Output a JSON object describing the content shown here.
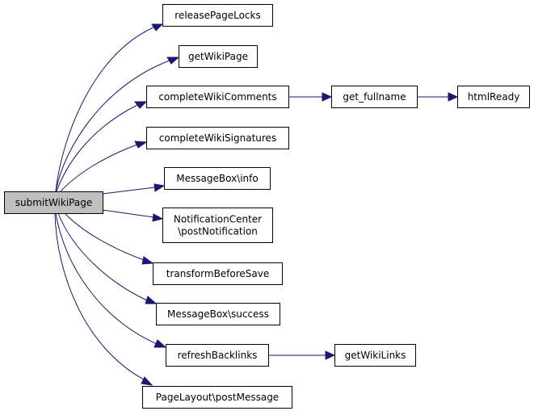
{
  "nodes": [
    {
      "id": "submitWikiPage",
      "lines": [
        "submitWikiPage"
      ],
      "root": true
    },
    {
      "id": "releasePageLocks",
      "lines": [
        "releasePageLocks"
      ]
    },
    {
      "id": "getWikiPage",
      "lines": [
        "getWikiPage"
      ]
    },
    {
      "id": "completeWikiComments",
      "lines": [
        "completeWikiComments"
      ]
    },
    {
      "id": "get_fullname",
      "lines": [
        "get_fullname"
      ]
    },
    {
      "id": "htmlReady",
      "lines": [
        "htmlReady"
      ]
    },
    {
      "id": "completeWikiSignatures",
      "lines": [
        "completeWikiSignatures"
      ]
    },
    {
      "id": "MessageBox-info",
      "lines": [
        "MessageBox\\info"
      ]
    },
    {
      "id": "NotificationCenter-postNotification",
      "lines": [
        "NotificationCenter",
        "\\postNotification"
      ]
    },
    {
      "id": "transformBeforeSave",
      "lines": [
        "transformBeforeSave"
      ]
    },
    {
      "id": "MessageBox-success",
      "lines": [
        "MessageBox\\success"
      ]
    },
    {
      "id": "refreshBacklinks",
      "lines": [
        "refreshBacklinks"
      ]
    },
    {
      "id": "getWikiLinks",
      "lines": [
        "getWikiLinks"
      ]
    },
    {
      "id": "PageLayout-postMessage",
      "lines": [
        "PageLayout\\postMessage"
      ]
    }
  ],
  "edges": [
    {
      "from": "submitWikiPage",
      "to": "releasePageLocks"
    },
    {
      "from": "submitWikiPage",
      "to": "getWikiPage"
    },
    {
      "from": "submitWikiPage",
      "to": "completeWikiComments"
    },
    {
      "from": "submitWikiPage",
      "to": "completeWikiSignatures"
    },
    {
      "from": "submitWikiPage",
      "to": "MessageBox-info"
    },
    {
      "from": "submitWikiPage",
      "to": "NotificationCenter-postNotification"
    },
    {
      "from": "submitWikiPage",
      "to": "transformBeforeSave"
    },
    {
      "from": "submitWikiPage",
      "to": "MessageBox-success"
    },
    {
      "from": "submitWikiPage",
      "to": "refreshBacklinks"
    },
    {
      "from": "submitWikiPage",
      "to": "PageLayout-postMessage"
    },
    {
      "from": "completeWikiComments",
      "to": "get_fullname"
    },
    {
      "from": "get_fullname",
      "to": "htmlReady"
    },
    {
      "from": "refreshBacklinks",
      "to": "getWikiLinks"
    }
  ],
  "colors": {
    "edge": "#191970",
    "root_fill": "#bfbfbf",
    "node_fill": "#ffffff",
    "node_border": "#000000"
  }
}
